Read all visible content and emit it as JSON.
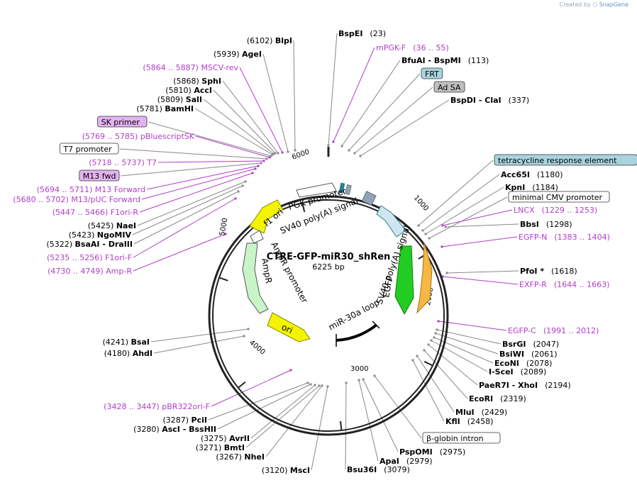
{
  "credit": {
    "prefix": "Created by",
    "brand": "SnapGene"
  },
  "plasmid": {
    "name": "CTRE-GFP-miR30_shRen",
    "length": "6225 bp",
    "total_bp": 6225
  },
  "ticks": [
    "1000",
    "2000",
    "3000",
    "4000",
    "5000",
    "6000"
  ],
  "colors": {
    "primer": "#b13dc9",
    "line": "#888888",
    "backbone": "#222222",
    "yellow": "#f4f400",
    "green": "#22cc22",
    "pale_green": "#c8f5c8",
    "orange": "#f5b842",
    "steel": "#8fa3b5",
    "teal": "#2e7d8c",
    "white_feature": "#ffffff"
  },
  "sites": [
    {
      "pos": "(23)",
      "name": "BspEI",
      "side": "right"
    },
    {
      "pos": "(36 .. 55)",
      "name": "mPGK-F",
      "type": "primer",
      "side": "right"
    },
    {
      "pos": "(113)",
      "name": "BfuAI  - BspMI",
      "side": "right"
    },
    {
      "name": "FRT",
      "type": "box",
      "fill": "#a9d3de",
      "side": "right"
    },
    {
      "name": "Ad SA",
      "type": "box",
      "fill": "#bfbfbf",
      "side": "right"
    },
    {
      "pos": "(337)",
      "name": "BspDI  - ClaI",
      "side": "right"
    },
    {
      "name": "tetracycline response element",
      "type": "box",
      "fill": "#a9d3de",
      "side": "right"
    },
    {
      "pos": "(1180)",
      "name": "Acc65I",
      "side": "right"
    },
    {
      "pos": "(1184)",
      "name": "KpnI",
      "side": "right"
    },
    {
      "name": "minimal CMV promoter",
      "type": "box",
      "fill": "#ffffff",
      "side": "right"
    },
    {
      "pos": "(1229 .. 1253)",
      "name": "LNCX",
      "type": "primer",
      "side": "right"
    },
    {
      "pos": "(1298)",
      "name": "BbsI",
      "side": "right"
    },
    {
      "pos": "(1383 .. 1404)",
      "name": "EGFP-N",
      "type": "primer",
      "side": "right"
    },
    {
      "pos": "(1618)",
      "name": "PfoI *",
      "side": "right"
    },
    {
      "pos": "(1644 .. 1663)",
      "name": "EXFP-R",
      "type": "primer",
      "side": "right"
    },
    {
      "pos": "(1991 .. 2012)",
      "name": "EGFP-C",
      "type": "primer",
      "side": "right"
    },
    {
      "pos": "(2047)",
      "name": "BsrGI",
      "side": "right"
    },
    {
      "pos": "(2061)",
      "name": "BsiWI",
      "side": "right"
    },
    {
      "pos": "(2078)",
      "name": "EcoNI",
      "side": "right"
    },
    {
      "pos": "(2089)",
      "name": "I-SceI",
      "side": "right"
    },
    {
      "pos": "(2194)",
      "name": "PaeR7I  - XhoI",
      "side": "right"
    },
    {
      "pos": "(2319)",
      "name": "EcoRI",
      "side": "right"
    },
    {
      "pos": "(2429)",
      "name": "MluI",
      "side": "right"
    },
    {
      "pos": "(2458)",
      "name": "KflI",
      "side": "right"
    },
    {
      "name": "β-globin intron",
      "type": "box",
      "fill": "#ffffff",
      "side": "right"
    },
    {
      "pos": "(2975)",
      "name": "PspOMI",
      "side": "right"
    },
    {
      "pos": "(2979)",
      "name": "ApaI",
      "side": "right"
    },
    {
      "pos": "(3079)",
      "name": "Bsu36I",
      "side": "right"
    },
    {
      "pos": "(6102)",
      "name": "BlpI",
      "side": "left"
    },
    {
      "pos": "(5939)",
      "name": "AgeI",
      "side": "left"
    },
    {
      "pos": "(5864 .. 5887)",
      "name": "MSCV-rev",
      "type": "primer",
      "side": "left"
    },
    {
      "pos": "(5868)",
      "name": "SphI",
      "side": "left"
    },
    {
      "pos": "(5810)",
      "name": "AccI",
      "side": "left"
    },
    {
      "pos": "(5809)",
      "name": "SalI",
      "side": "left"
    },
    {
      "pos": "(5781)",
      "name": "BamHI",
      "side": "left"
    },
    {
      "name": "SK primer",
      "type": "box",
      "fill": "#e2b3ee",
      "side": "left"
    },
    {
      "pos": "(5769 .. 5785)",
      "name": "pBluescriptSK",
      "type": "primer",
      "side": "left"
    },
    {
      "name": "T7 promoter",
      "type": "box",
      "fill": "#ffffff",
      "side": "left"
    },
    {
      "pos": "(5718 .. 5737)",
      "name": "T7",
      "type": "primer",
      "side": "left"
    },
    {
      "name": "M13 fwd",
      "type": "box",
      "fill": "#e2b3ee",
      "side": "left"
    },
    {
      "pos": "(5694 .. 5711)",
      "name": "M13 Forward",
      "type": "primer",
      "side": "left"
    },
    {
      "pos": "(5680 .. 5702)",
      "name": "M13/pUC Forward",
      "type": "primer",
      "side": "left"
    },
    {
      "pos": "(5447 .. 5466)",
      "name": "F1ori-R",
      "type": "primer",
      "side": "left"
    },
    {
      "pos": "(5425)",
      "name": "NaeI",
      "side": "left"
    },
    {
      "pos": "(5423)",
      "name": "NgoMIV",
      "side": "left"
    },
    {
      "pos": "(5322)",
      "name": "BsaAI  - DraIII",
      "side": "left"
    },
    {
      "pos": "(5235 .. 5256)",
      "name": "F1ori-F",
      "type": "primer",
      "side": "left"
    },
    {
      "pos": "(4730 .. 4749)",
      "name": "Amp-R",
      "type": "primer",
      "side": "left"
    },
    {
      "pos": "(4241)",
      "name": "BsaI",
      "side": "left"
    },
    {
      "pos": "(4180)",
      "name": "AhdI",
      "side": "left"
    },
    {
      "pos": "(3428 .. 3447)",
      "name": "pBR322ori-F",
      "type": "primer",
      "side": "left"
    },
    {
      "pos": "(3287)",
      "name": "PciI",
      "side": "left"
    },
    {
      "pos": "(3280)",
      "name": "AscI  - BssHII",
      "side": "left"
    },
    {
      "pos": "(3275)",
      "name": "AvrII",
      "side": "left"
    },
    {
      "pos": "(3271)",
      "name": "BmtI",
      "side": "left"
    },
    {
      "pos": "(3267)",
      "name": "NheI",
      "side": "left"
    },
    {
      "pos": "(3120)",
      "name": "MscI",
      "side": "left"
    }
  ],
  "features": [
    {
      "label": "PGK promoter"
    },
    {
      "label": "SV40 poly(A) signal"
    },
    {
      "label": "f1 ori"
    },
    {
      "label": "AmpR promoter"
    },
    {
      "label": "AmpR"
    },
    {
      "label": "ori"
    },
    {
      "label": "SV40 poly(A) signal"
    },
    {
      "label": "EGFP"
    },
    {
      "label": "miR-30a loop"
    }
  ]
}
